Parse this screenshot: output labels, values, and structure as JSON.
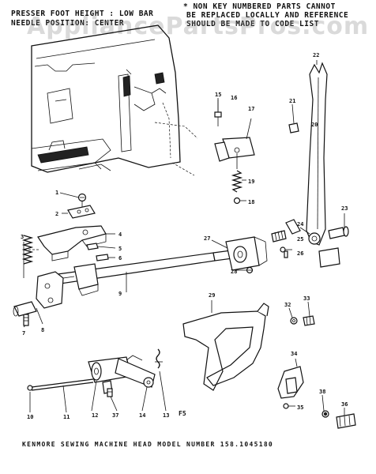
{
  "header": {
    "left_line1": "PRESSER FOOT HEIGHT : LOW BAR",
    "left_line2": "NEEDLE POSITION: CENTER",
    "right_line1": "* NON KEY NUMBERED PARTS CANNOT",
    "right_line2": "BE REPLACED LOCALLY AND REFERENCE",
    "right_line3": "SHOULD BE MADE TO CODE LIST"
  },
  "watermark": "AppliancePartsPros.com",
  "caption": "KENMORE SEWING MACHINE HEAD MODEL NUMBER 158.1045180",
  "page_number": "F5",
  "callouts": [
    "1",
    "2",
    "3",
    "4",
    "5",
    "6",
    "7",
    "8",
    "9",
    "10",
    "11",
    "12",
    "13",
    "14",
    "15",
    "16",
    "17",
    "18",
    "19",
    "20",
    "21",
    "22",
    "23",
    "24",
    "25",
    "26",
    "27",
    "28",
    "29",
    "32",
    "33",
    "34",
    "35",
    "36",
    "37",
    "38"
  ]
}
